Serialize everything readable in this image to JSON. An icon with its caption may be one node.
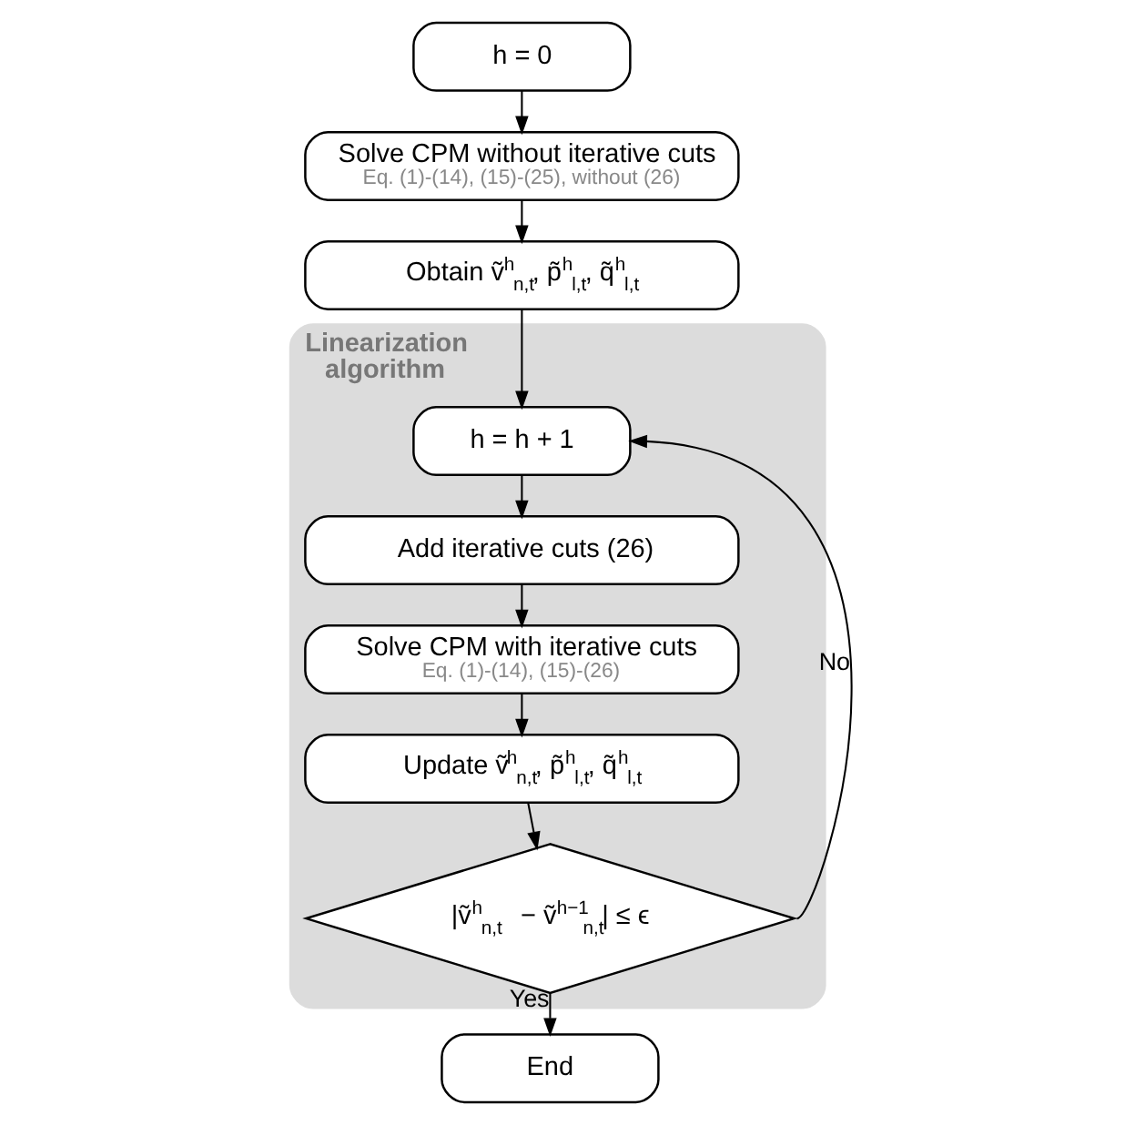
{
  "diagram": {
    "nodes": [
      {
        "text": [
          "h = 0"
        ]
      },
      {
        "text": [
          "Solve CPM without iterative cuts",
          "Eq. (1)-(14), (15)-(25), without (26)"
        ]
      },
      {
        "text": [
          "Obtain ṽ$^{h}$$_{n,t}$, p̃$^{h}$$_{l,t}$, q̃$^{h}$$_{l,t}$"
        ]
      },
      {
        "text": [
          "Linearization algorithm"
        ]
      },
      {
        "text": [
          "h = h + 1"
        ],
        "in": 3
      },
      {
        "text": [
          "Add iterative cuts (26)"
        ],
        "in": 3
      },
      {
        "text": [
          "Solve CPM with iterative cuts",
          "Eq. (1)-(14), (15)-(26)"
        ],
        "in": 3
      },
      {
        "text": [
          "Update ṽ$^{h}$$_{n,t}$, p̃$^{h}$$_{l,t}$, q̃$^{h}$$_{l,t}$"
        ],
        "in": 3
      },
      {
        "text": [
          "|ṽ$^{h}$$_{n,t}$ − ṽ$^{h−1}$$_{n,t}$| ≤ ϵ"
        ],
        "in": 3
      },
      {
        "text": [
          "End"
        ]
      }
    ],
    "edges": [
      {
        "from": 0,
        "to": 1,
        "arrow": "to"
      },
      {
        "from": 1,
        "to": 2,
        "arrow": "to"
      },
      {
        "from": 2,
        "to": 4,
        "arrow": "to"
      },
      {
        "from": 4,
        "to": 5,
        "arrow": "to"
      },
      {
        "from": 5,
        "to": 6,
        "arrow": "to"
      },
      {
        "from": 6,
        "to": 7,
        "arrow": "to"
      },
      {
        "from": 7,
        "to": 8,
        "arrow": "to"
      },
      {
        "from": 8,
        "to": 4,
        "arrow": "to",
        "label": "No"
      },
      {
        "from": 8,
        "to": 9,
        "arrow": "to",
        "label": "Yes"
      }
    ]
  }
}
